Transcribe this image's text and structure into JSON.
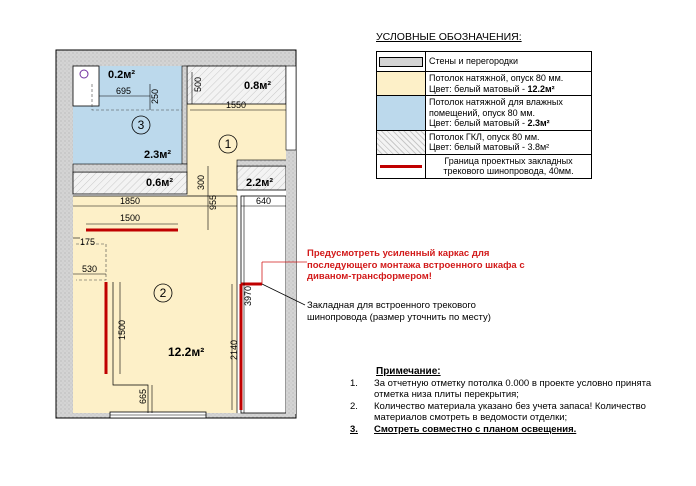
{
  "legend": {
    "title": "УСЛОВНЫЕ ОБОЗНАЧЕНИЯ:",
    "items": [
      {
        "text": "Стены и перегородки",
        "swatch": "wall",
        "color": "#cfcfcf"
      },
      {
        "text": "Потолок натяжной, опуск 80 мм.",
        "text2": "Цвет: белый матовый - ",
        "bold": "12.2м²",
        "swatch": "fill",
        "color": "#fdf0c8"
      },
      {
        "text": "Потолок натяжной для влажных помещений, опуск 80 мм.",
        "text2": "Цвет: белый матовый - ",
        "bold": "2.3м²",
        "swatch": "fill",
        "color": "#bcd9ec"
      },
      {
        "text": "Потолок ГКЛ, опуск 80 мм.",
        "text2": "Цвет: белый матовый - 3.8м²",
        "bold": "",
        "swatch": "hatch",
        "color": "#ececec"
      },
      {
        "text": "Граница проектных закладных трекового шинопровода, 40мм.",
        "text2": "",
        "bold": "",
        "swatch": "redline",
        "color": "#c00000"
      }
    ]
  },
  "rooms": [
    {
      "id": "3",
      "area": "2.3м²"
    },
    {
      "id": "1",
      "area": ""
    },
    {
      "id": "2",
      "area": "12.2м²"
    }
  ],
  "areas": {
    "a1": "0.2м²",
    "a2": "0.8м²",
    "a3": "0.6м²",
    "a4": "2.2м²"
  },
  "dims": {
    "d695": "695",
    "d250": "250",
    "d500": "500",
    "d1550": "1550",
    "d300": "300",
    "d955": "955",
    "d1850": "1850",
    "d1500h": "1500",
    "d640": "640",
    "d175": "175",
    "d530": "530",
    "d1500v": "1500",
    "d3970": "3970",
    "d2140": "2140",
    "d665": "665"
  },
  "notes": {
    "red": "Предусмотреть усиленный каркас для последующего монтажа встроенного шкафа с диваном-трансформером!",
    "black": "Закладная для встроенного трекового шинопровода (размер уточнить по месту)",
    "title": "Примечание:",
    "items": [
      {
        "num": "1.",
        "text": "За отчетную отметку потолка 0.000 в проекте условно принята отметка низа плиты перекрытия;"
      },
      {
        "num": "2.",
        "text": "Количество материала указано без учета запаса! Количество материалов смотреть в ведомости отделки;"
      },
      {
        "num": "3.",
        "text": "Смотреть совместно с планом освещения."
      }
    ]
  },
  "colors": {
    "wall": "#cfcfcf",
    "living": "#fdf0c8",
    "wet": "#bcd9ec",
    "gkl": "#efefef",
    "track": "#c00000",
    "note": "#d21a1a"
  }
}
